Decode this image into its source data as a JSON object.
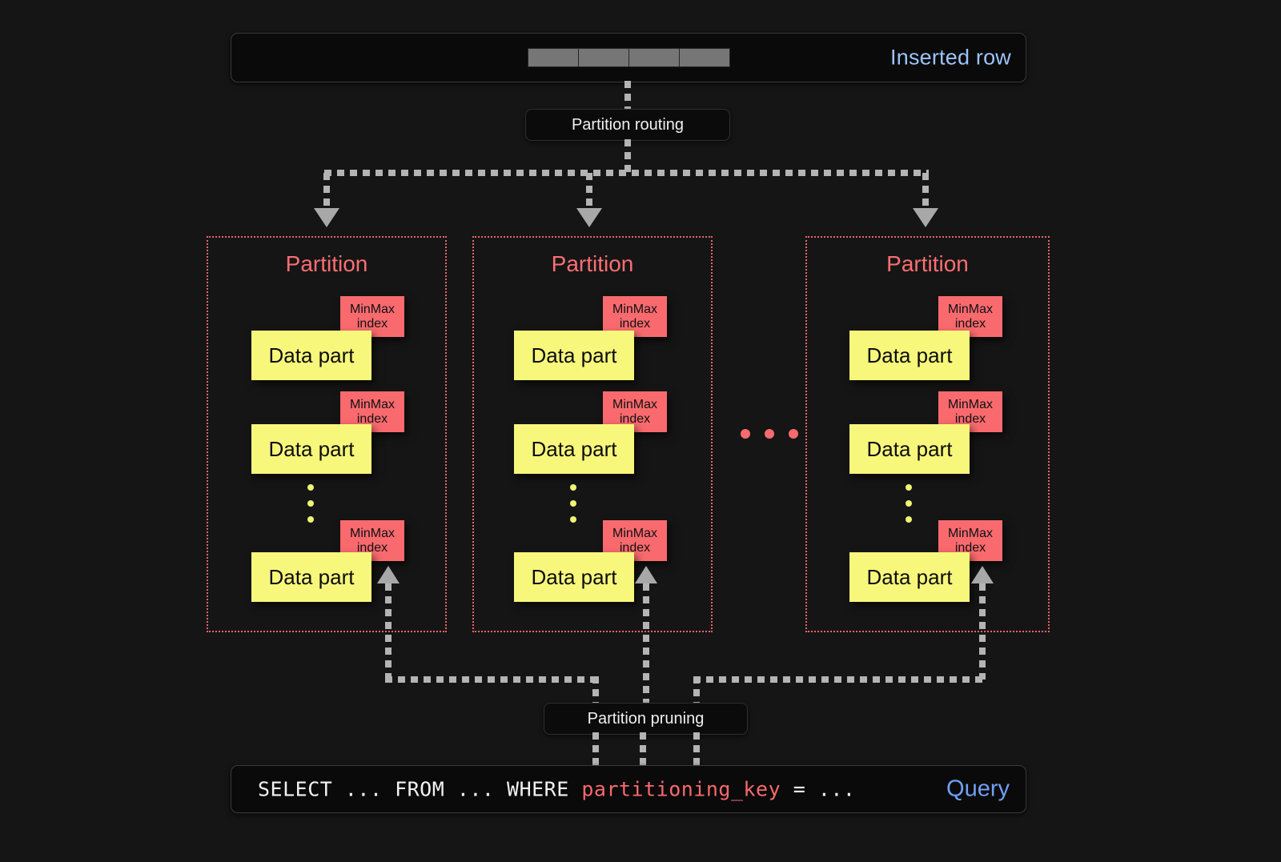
{
  "diagram": {
    "background_color": "#151515",
    "accent_yellow": "#f7f77c",
    "accent_red": "#f96a6e",
    "accent_blue": "#9cc4f8",
    "connector_gray": "#b4b4b4"
  },
  "inserted_row": {
    "label": "Inserted row",
    "cell_count": 4
  },
  "routing": {
    "label": "Partition routing"
  },
  "pruning": {
    "label": "Partition pruning"
  },
  "query": {
    "prefix": "SELECT ... FROM ... WHERE ",
    "key": "partitioning_key",
    "suffix": " = ...",
    "label": "Query"
  },
  "partitions": [
    {
      "title": "Partition",
      "parts": [
        {
          "data_part_label": "Data part",
          "index_label": "MinMax\nindex"
        },
        {
          "data_part_label": "Data part",
          "index_label": "MinMax\nindex"
        },
        {
          "data_part_label": "Data part",
          "index_label": "MinMax\nindex"
        }
      ],
      "ellipsis_dot_count": 3
    },
    {
      "title": "Partition",
      "parts": [
        {
          "data_part_label": "Data part",
          "index_label": "MinMax\nindex"
        },
        {
          "data_part_label": "Data part",
          "index_label": "MinMax\nindex"
        },
        {
          "data_part_label": "Data part",
          "index_label": "MinMax\nindex"
        }
      ],
      "ellipsis_dot_count": 3
    },
    {
      "title": "Partition",
      "parts": [
        {
          "data_part_label": "Data part",
          "index_label": "MinMax\nindex"
        },
        {
          "data_part_label": "Data part",
          "index_label": "MinMax\nindex"
        },
        {
          "data_part_label": "Data part",
          "index_label": "MinMax\nindex"
        }
      ],
      "ellipsis_dot_count": 3
    }
  ],
  "between_partitions_ellipsis": {
    "dot_count": 3
  },
  "labels": {
    "data_part": "Data part",
    "minmax_line1": "MinMax",
    "minmax_line2": "index",
    "partition": "Partition"
  }
}
